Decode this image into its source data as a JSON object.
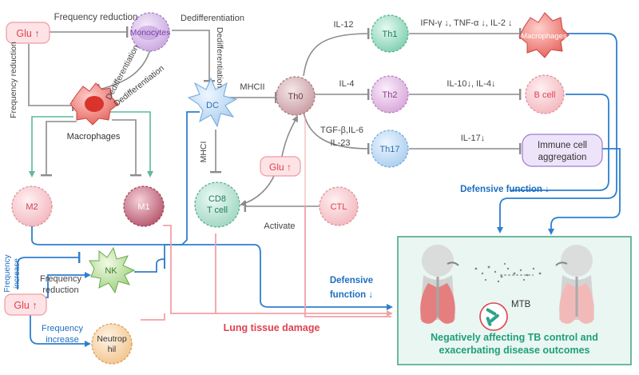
{
  "labels": {
    "freq_reduction_top": "Frequency reduction",
    "freq_reduction_left": "Frequency reduction",
    "dedifferentiation_1": "Dedifferentiation",
    "dedifferentiation_2": "Dedifferentiation",
    "dedifferentiation_3": "Dedifferentiation",
    "mhcii": "MHCII",
    "mhci": "MHCI",
    "il12": "IL-12",
    "il4": "IL-4",
    "tgf_il6": "TGF-β,IL-6",
    "il23": "IL-23",
    "th1_effect": "IFN-γ ↓, TNF-α ↓, IL-2 ↓",
    "th2_effect": "IL-10↓, IL-4↓",
    "th17_effect": "IL-17↓",
    "defensive_function_right": "Defensive function ↓",
    "defensive_function_mid_1": "Defensive",
    "defensive_function_mid_2": "function ↓",
    "activate": "Activate",
    "lung_tissue_damage": "Lung tissue damage",
    "freq_increase_left_1": "Frequency",
    "freq_increase_left_2": "increase",
    "freq_reduction_nk_1": "Frequency",
    "freq_reduction_nk_2": "reduction",
    "freq_increase_neu_1": "Frequency",
    "freq_increase_neu_2": "increase",
    "mtb": "MTB"
  },
  "nodes": {
    "glu_top": "Glu ↑",
    "glu_center": "Glu ↑",
    "glu_bottom": "Glu ↑",
    "monocytes": "Monocytes",
    "macrophages": "Macrophages",
    "m2": "M2",
    "m1": "M1",
    "dc": "DC",
    "th0": "Th0",
    "th1": "Th1",
    "th2": "Th2",
    "th17": "Th17",
    "macrophages_right": "Macrophages",
    "b_cell": "B cell",
    "immune_agg_1": "Immune cell",
    "immune_agg_2": "aggregation",
    "cd8_1": "CD8",
    "cd8_2": "T cell",
    "ctl": "CTL",
    "nk": "NK",
    "neutrophil_1": "Neutrop",
    "neutrophil_2": "hil"
  },
  "outcome": {
    "line1": "Negatively affecting TB control and",
    "line2": "exacerbating disease outcomes"
  },
  "colors": {
    "gray_arrow": "#8c8c8c",
    "blue_arrow": "#2f7fcf",
    "pink_arrow": "#f2a0a8",
    "teal_arrow": "#5fb8a0",
    "red_text": "#e0424f",
    "blue_text": "#1f6fc0",
    "outcome_border": "#4aa88a",
    "outcome_text": "#1f9f7a"
  }
}
